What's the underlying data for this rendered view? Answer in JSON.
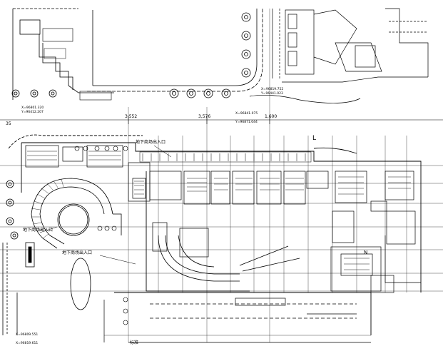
{
  "drawing": {
    "dimensions": {
      "d1": "3,552",
      "d2": "3,576",
      "d3": "1,600"
    },
    "coords": [
      "X=96801.320",
      "Y=96412.207",
      "X=96819.752",
      "Y=96441.023",
      "X=96841.075",
      "Y=96871.044",
      "X=96809.551",
      "X=96819.611"
    ],
    "labels": {
      "entrance_top": "地下商场出入口",
      "entrance_left": "地下商场出入口",
      "entrance_bottom": "地下商场出入口",
      "grid_l": "L",
      "grid_n": "N",
      "sign_a": "35",
      "grid_bottom_left": "标准"
    }
  }
}
